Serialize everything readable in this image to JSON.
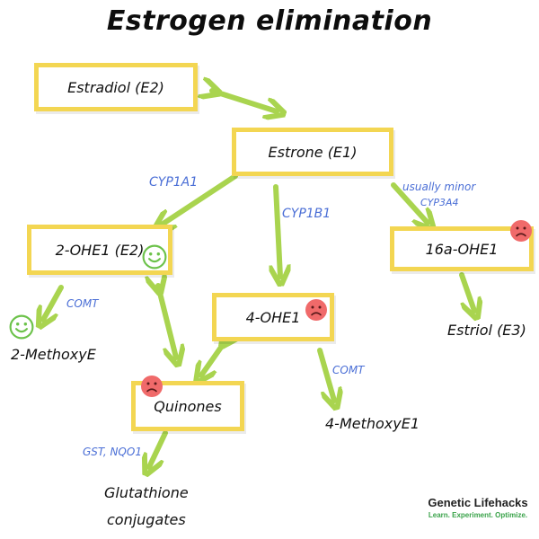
{
  "title": "Estrogen elimination",
  "nodes": {
    "estradiol": "Estradiol (E2)",
    "estrone": "Estrone (E1)",
    "ohe2": "2-OHE1 (E2)",
    "ohe4": "4-OHE1",
    "ohe16a": "16a-OHE1",
    "quinones": "Quinones",
    "methoxy2": "2-MethoxyE",
    "methoxy4": "4-MethoxyE1",
    "estriol": "Estriol (E3)",
    "glut_line1": "Glutathione",
    "glut_line2": "conjugates"
  },
  "enzymes": {
    "cyp1a1": "CYP1A1",
    "cyp1b1": "CYP1B1",
    "usually_minor": "usually minor",
    "cyp3a4": "CYP3A4",
    "comt_left": "COMT",
    "comt_right": "COMT",
    "gst_nqo1": "GST, NQO1"
  },
  "brand": {
    "name": "Genetic Lifehacks",
    "tagline": "Learn. Experiment. Optimize."
  },
  "colors": {
    "box_border": "#f3d652",
    "arrow": "#a9d44f",
    "enzyme_text": "#4b6fd6",
    "happy_face": "#6cc24a",
    "sad_face": "#f06a6a"
  },
  "icons": {
    "happy": "smiley-face-icon",
    "sad": "sad-face-icon"
  }
}
